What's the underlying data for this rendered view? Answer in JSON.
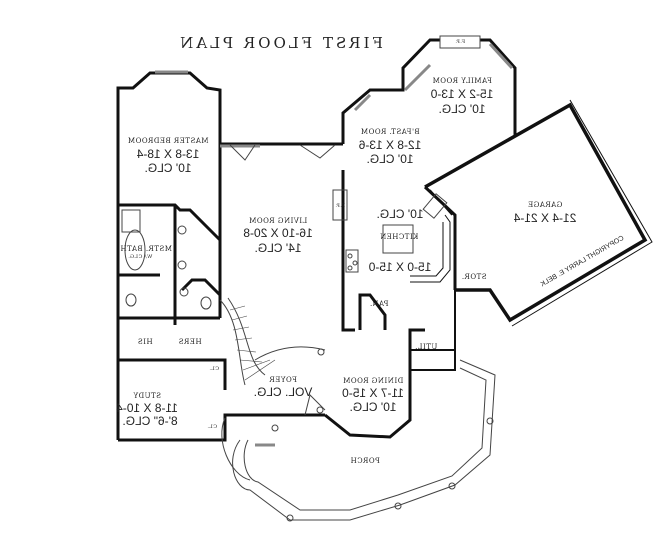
{
  "title": "FIRST FLOOR PLAN",
  "rooms": {
    "family": {
      "name": "FAMILY ROOM",
      "size": "15-2 X 13-0",
      "ceiling": "10' CLG."
    },
    "bfast": {
      "name": "B'FAST. ROOM",
      "size": "12-8 X 13-6",
      "ceiling": "10' CLG."
    },
    "master": {
      "name": "MASTER BEDROOM",
      "size": "13-8 X 18-4",
      "ceiling": "10' CLG."
    },
    "living": {
      "name": "LIVING ROOM",
      "size": "16-10 X 20-8",
      "ceiling": "14' CLG."
    },
    "kitchen": {
      "name": "KITCHEN",
      "size": "15-0 X 15-0",
      "ceiling": "10' CLG."
    },
    "garage": {
      "name": "GARAGE",
      "size": "21-4 X 21-4"
    },
    "foyer": {
      "name": "FOYER",
      "ceiling": "VOL. CLG."
    },
    "study": {
      "name": "STUDY",
      "size": "11-8 X 10-4",
      "ceiling": "8'-6\" CLG."
    },
    "dining": {
      "name": "DINING ROOM",
      "size": "11-7 X 15-0",
      "ceiling": "10' CLG."
    },
    "porch": {
      "name": "PORCH"
    }
  },
  "small_labels": {
    "mstr_bath": "MSTR. BATH",
    "bath_clg": "W/ CLG.",
    "his": "HIS",
    "hers": "HERS",
    "pan": "PAN.",
    "util": "UTIL.",
    "stor": "STOR.",
    "cl1": "CL.",
    "cl2": "CL.",
    "fp1": "F.P.",
    "fp2": "F.P."
  },
  "copyright": "COPYRIGHT LARRY E. BELK"
}
